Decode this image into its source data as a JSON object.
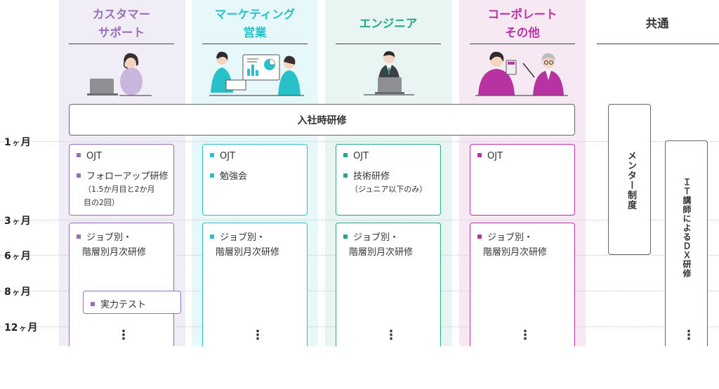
{
  "columns": {
    "cs": {
      "title": "カスタマー\nサポート",
      "color": "#9a6fb6"
    },
    "mk": {
      "title": "マーケティング\n営業",
      "color": "#28c1c9"
    },
    "en": {
      "title": "エンジニア",
      "color": "#24a78b"
    },
    "co": {
      "title": "コーポレート\nその他",
      "color": "#b932a2"
    },
    "common": {
      "title": "共通"
    }
  },
  "timeline": [
    "1",
    "3",
    "6",
    "8",
    "12"
  ],
  "month_unit": "ヶ",
  "month_suffix": "月",
  "onboarding": "入社時研修",
  "phase1": {
    "cs": {
      "items": [
        "OJT",
        "フォローアップ研修"
      ],
      "note": "（1.5か月目と2か月\n目の2回）"
    },
    "mk": {
      "items": [
        "OJT",
        "勉強会"
      ]
    },
    "en": {
      "items": [
        "OJT",
        "技術研修"
      ],
      "note": "（ジュニア以下のみ）"
    },
    "co": {
      "items": [
        "OJT"
      ]
    }
  },
  "phase2": {
    "line1": "ジョブ別・",
    "line2": "階層別月次研修"
  },
  "skill_test": "実力テスト",
  "mentor": "メンター制度",
  "dx": "ＩＴ講師によるＤＸ研修",
  "continuation": "⋮",
  "icons": {
    "cs": "support-agent-headset-illustration",
    "mk": "sales-presentation-illustration",
    "en": "engineer-laptop-illustration",
    "co": "corporate-calculator-illustration"
  }
}
